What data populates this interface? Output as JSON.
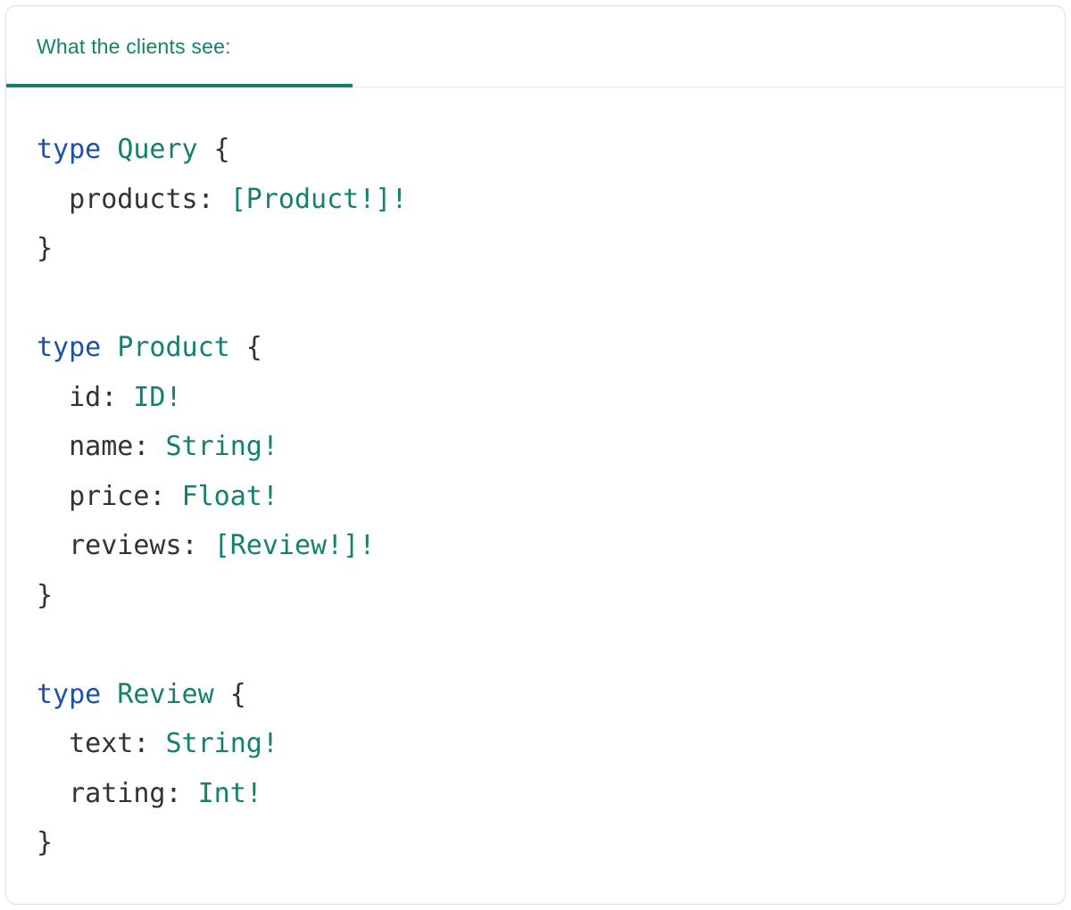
{
  "card": {
    "tab_label": "What the clients see:"
  },
  "colors": {
    "accent": "#15806d",
    "keyword": "#1d50a8",
    "type": "#15806d",
    "text": "#2f3337",
    "border": "#dadfe4"
  },
  "code": {
    "language": "graphql",
    "lines": [
      [
        {
          "t": "kw",
          "v": "type"
        },
        {
          "t": "pl",
          "v": " "
        },
        {
          "t": "ty",
          "v": "Query"
        },
        {
          "t": "pl",
          "v": " {"
        }
      ],
      [
        {
          "t": "pl",
          "v": "  products: "
        },
        {
          "t": "ty",
          "v": "[Product!]!"
        }
      ],
      [
        {
          "t": "pl",
          "v": "}"
        }
      ],
      [],
      [
        {
          "t": "kw",
          "v": "type"
        },
        {
          "t": "pl",
          "v": " "
        },
        {
          "t": "ty",
          "v": "Product"
        },
        {
          "t": "pl",
          "v": " {"
        }
      ],
      [
        {
          "t": "pl",
          "v": "  id: "
        },
        {
          "t": "ty",
          "v": "ID!"
        }
      ],
      [
        {
          "t": "pl",
          "v": "  name: "
        },
        {
          "t": "ty",
          "v": "String!"
        }
      ],
      [
        {
          "t": "pl",
          "v": "  price: "
        },
        {
          "t": "ty",
          "v": "Float!"
        }
      ],
      [
        {
          "t": "pl",
          "v": "  reviews: "
        },
        {
          "t": "ty",
          "v": "[Review!]!"
        }
      ],
      [
        {
          "t": "pl",
          "v": "}"
        }
      ],
      [],
      [
        {
          "t": "kw",
          "v": "type"
        },
        {
          "t": "pl",
          "v": " "
        },
        {
          "t": "ty",
          "v": "Review"
        },
        {
          "t": "pl",
          "v": " {"
        }
      ],
      [
        {
          "t": "pl",
          "v": "  text: "
        },
        {
          "t": "ty",
          "v": "String!"
        }
      ],
      [
        {
          "t": "pl",
          "v": "  rating: "
        },
        {
          "t": "ty",
          "v": "Int!"
        }
      ],
      [
        {
          "t": "pl",
          "v": "}"
        }
      ]
    ]
  }
}
